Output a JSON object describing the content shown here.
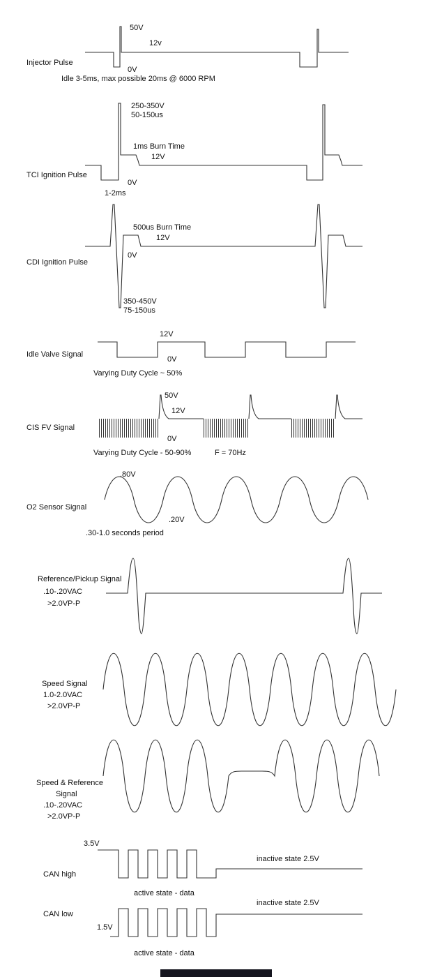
{
  "diagram": {
    "line_color": "#333333",
    "sections": {
      "injector": {
        "label": "Injector Pulse",
        "v_peak": "50V",
        "v_supply": "12v",
        "v_zero": "0V",
        "caption": "Idle 3-5ms, max possible 20ms @ 6000 RPM"
      },
      "tci": {
        "label": "TCI Ignition Pulse",
        "v_peak": "250-350V",
        "peak_width": "50-150us",
        "burn": "1ms Burn Time",
        "v_supply": "12V",
        "v_zero": "0V",
        "dwell": "1-2ms"
      },
      "cdi": {
        "label": "CDI Ignition Pulse",
        "burn": "500us Burn Time",
        "v_supply": "12V",
        "v_zero": "0V",
        "v_peak": "350-450V",
        "peak_width": "75-150us"
      },
      "idle_valve": {
        "label": "Idle Valve Signal",
        "v_high": "12V",
        "v_zero": "0V",
        "caption": "Varying Duty Cycle ~ 50%"
      },
      "cis_fv": {
        "label": "CIS FV Signal",
        "v_peak": "50V",
        "v_supply": "12V",
        "v_zero": "0V",
        "caption": "Varying Duty Cycle - 50-90%",
        "frequency": "F = 70Hz"
      },
      "o2": {
        "label": "O2 Sensor Signal",
        "v_high": ".80V",
        "v_low": ".20V",
        "caption": ".30-1.0 seconds period"
      },
      "reference": {
        "label": "Reference/Pickup Signal",
        "vac": ".10-.20VAC",
        "vpp": ">2.0VP-P"
      },
      "speed": {
        "label": "Speed Signal",
        "vac": "1.0-2.0VAC",
        "vpp": ">2.0VP-P"
      },
      "speed_ref": {
        "label_line1": "Speed & Reference",
        "label_line2": "Signal",
        "vac": ".10-.20VAC",
        "vpp": ">2.0VP-P"
      },
      "can_high": {
        "label": "CAN high",
        "v_high": "3.5V",
        "inactive": "inactive state 2.5V",
        "caption": "active state - data"
      },
      "can_low": {
        "label": "CAN low",
        "v_low": "1.5V",
        "inactive": "inactive state 2.5V",
        "caption": "active state - data"
      }
    }
  }
}
